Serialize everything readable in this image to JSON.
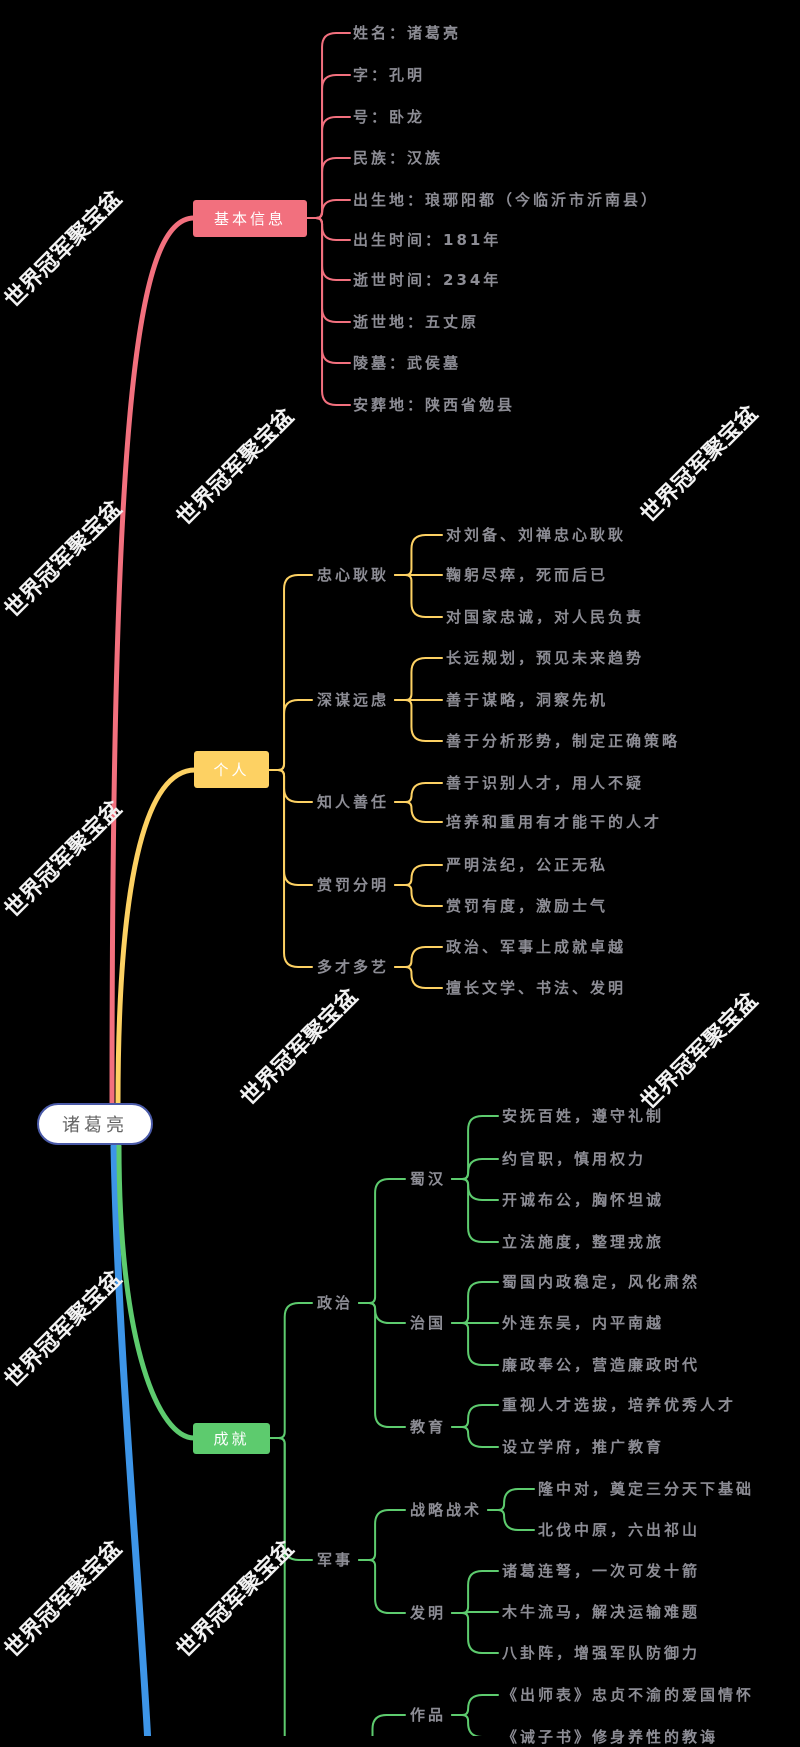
{
  "root": "诸葛亮",
  "watermark": "世界冠军聚宝盆",
  "colors": {
    "basic": "#f2707e",
    "personal": "#fdd163",
    "achievements": "#5dcb6e",
    "fourth": "#3d95e8",
    "text": "#8d8d95"
  },
  "basic": {
    "label": "基本信息",
    "items": [
      "姓名：诸葛亮",
      "字：孔明",
      "号：卧龙",
      "民族：汉族",
      "出生地：琅琊阳都（今临沂市沂南县）",
      "出生时间：181年",
      "逝世时间：234年",
      "逝世地：五丈原",
      "陵墓：武侯墓",
      "安葬地：陕西省勉县"
    ]
  },
  "personal": {
    "label": "个人",
    "groups": [
      {
        "label": "忠心耿耿",
        "items": [
          "对刘备、刘禅忠心耿耿",
          "鞠躬尽瘁，死而后已",
          "对国家忠诚，对人民负责"
        ]
      },
      {
        "label": "深谋远虑",
        "items": [
          "长远规划，预见未来趋势",
          "善于谋略，洞察先机",
          "善于分析形势，制定正确策略"
        ]
      },
      {
        "label": "知人善任",
        "items": [
          "善于识别人才，用人不疑",
          "培养和重用有才能干的人才"
        ]
      },
      {
        "label": "赏罚分明",
        "items": [
          "严明法纪，公正无私",
          "赏罚有度，激励士气"
        ]
      },
      {
        "label": "多才多艺",
        "items": [
          "政治、军事上成就卓越",
          "擅长文学、书法、发明"
        ]
      }
    ]
  },
  "achievements": {
    "label": "成就",
    "groups": [
      {
        "label": "政治",
        "groups": [
          {
            "label": "蜀汉",
            "items": [
              "安抚百姓，遵守礼制",
              "约官职，慎用权力",
              "开诚布公，胸怀坦诚",
              "立法施度，整理戎旅"
            ]
          },
          {
            "label": "治国",
            "items": [
              "蜀国内政稳定，风化肃然",
              "外连东吴，内平南越",
              "廉政奉公，营造廉政时代"
            ]
          },
          {
            "label": "教育",
            "items": [
              "重视人才选拔，培养优秀人才",
              "设立学府，推广教育"
            ]
          }
        ]
      },
      {
        "label": "军事",
        "groups": [
          {
            "label": "战略战术",
            "items": [
              "隆中对，奠定三分天下基础",
              "北伐中原，六出祁山"
            ]
          },
          {
            "label": "发明",
            "items": [
              "诸葛连弩，一次可发十箭",
              "木牛流马，解决运输难题",
              "八卦阵，增强军队防御力"
            ]
          }
        ]
      },
      {
        "label": "",
        "groups": [
          {
            "label": "作品",
            "items": [
              "《出师表》忠贞不渝的爱国情怀",
              "《诫子书》修身养性的教诲"
            ]
          }
        ]
      }
    ]
  }
}
